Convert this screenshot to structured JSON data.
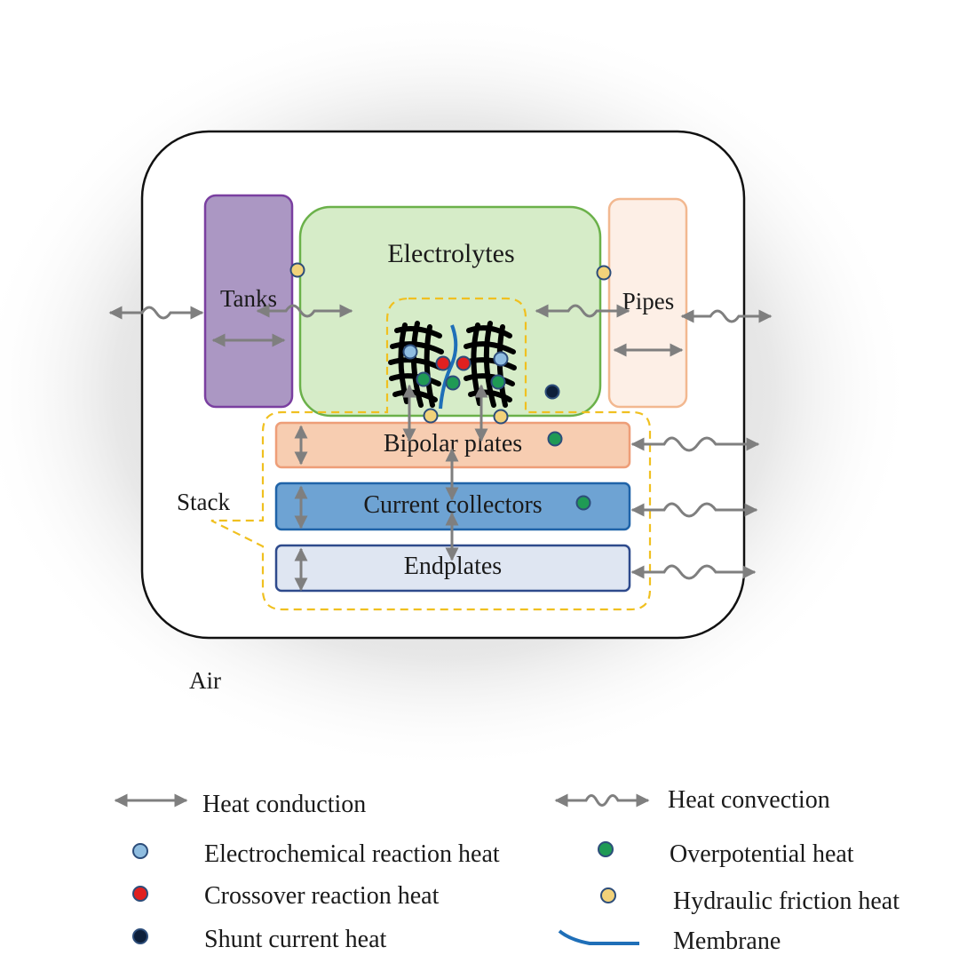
{
  "labels": {
    "electrolytes": "Electrolytes",
    "tanks": "Tanks",
    "pipes": "Pipes",
    "bipolar_plates": "Bipolar plates",
    "current_collectors": "Current collectors",
    "endplates": "Endplates",
    "stack": "Stack",
    "air": "Air"
  },
  "legend": {
    "heat_conduction": "Heat conduction",
    "heat_convection": "Heat convection",
    "electrochemical": "Electrochemical reaction  heat",
    "overpotential": "Overpotential  heat",
    "crossover": "Crossover reaction heat",
    "hydraulic": "Hydraulic friction heat",
    "shunt": "Shunt current heat",
    "membrane": "Membrane"
  },
  "colors": {
    "electrochemical": "#8fbde0",
    "crossover": "#e02020",
    "shunt": "#0d1f3a",
    "overpotential": "#1f9a55",
    "hydraulic": "#f2d27a",
    "membrane": "#1f6fb8",
    "arrow": "#7f7f7f",
    "stack_outline": "#f0c020"
  }
}
